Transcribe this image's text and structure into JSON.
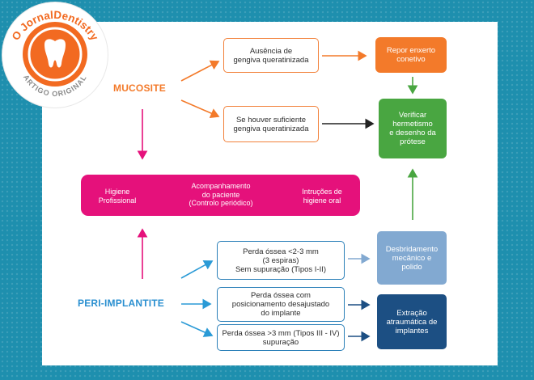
{
  "logo": {
    "brand": "O JornalDentistry",
    "tagline": "ARTIGO ORIGINAL",
    "color": "#f26a21"
  },
  "colors": {
    "orange": "#f37a2a",
    "green": "#49a641",
    "magenta": "#e5117b",
    "light_blue": "#82a9d1",
    "dark_blue": "#1c4f83",
    "arrow_blue": "#2a9ad6"
  },
  "diagram": {
    "mucosite": "MUCOSITE",
    "peri_implantite": "PERI-IMPLANTITE",
    "box_ausencia": "Ausência de\ngengiva queratinizada",
    "box_se_houver": "Se houver suficiente\ngengiva queratinizada",
    "box_repor": "Repor enxerto\nconetivo",
    "box_verificar": "Verificar\nhermetismo\ne desenho da\nprótese",
    "hygiene": {
      "step1": "Higiene\nProfissional",
      "step2": "Acompanhamento\ndo paciente\n(Controlo periódico)",
      "step3": "Intruções de\nhigiene oral"
    },
    "box_perda1": "Perda óssea <2-3 mm\n(3 espiras)\nSem supuração (Tipos I-II)",
    "box_perda2": "Perda óssea com\nposicionamento desajustado\ndo implante",
    "box_perda3": "Perda óssea >3 mm (Tipos III - IV)\nsupuração",
    "box_desbrid": "Desbridamento\nmecânico e\npolido",
    "box_extracao": "Extração\natraumática de\nimplantes"
  }
}
